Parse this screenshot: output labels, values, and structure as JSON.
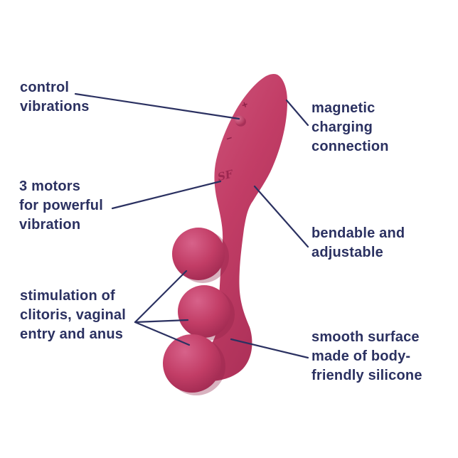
{
  "figure": {
    "type": "product-feature-diagram",
    "background": "#ffffff",
    "subject": "pink tri-stimulation vibrator with three balls"
  },
  "colors": {
    "page_bg": "#ffffff",
    "label_text": "#2b3161",
    "annotation_navy": "#2b3161",
    "device_pink": "#c23d66",
    "device_pink_light": "#d7628a",
    "device_pink_dark": "#9e2950",
    "device_crease": "#8e2148"
  },
  "device": {
    "logo": "SF",
    "buttons": {
      "plus": "+",
      "minus": "–"
    }
  },
  "annotations": [
    {
      "id": "control-vibrations",
      "text": "control\nvibrations"
    },
    {
      "id": "magnetic-charging",
      "text": "magnetic\ncharging\nconnection"
    },
    {
      "id": "three-motors",
      "text": "3 motors\nfor powerful\nvibration"
    },
    {
      "id": "bendable",
      "text": "bendable and\nadjustable"
    },
    {
      "id": "stimulation",
      "text": "stimulation of\nclitoris, vaginal\nentry and anus"
    },
    {
      "id": "smooth-surface",
      "text": "smooth surface\nmade of body-\nfriendly silicone"
    }
  ]
}
